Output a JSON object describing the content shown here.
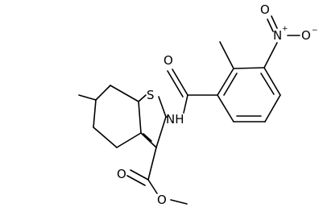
{
  "molecule": {
    "atoms": {
      "S": "S",
      "O_amide": "O",
      "N_amide": "NH",
      "N_nitro": "N",
      "nitro_charge_plus": "+",
      "O_nitro_left": "O",
      "O_nitro_right": "O",
      "nitro_charge_minus": "−",
      "O_ester_carbonyl": "O",
      "O_ester_methoxy": "O"
    }
  }
}
